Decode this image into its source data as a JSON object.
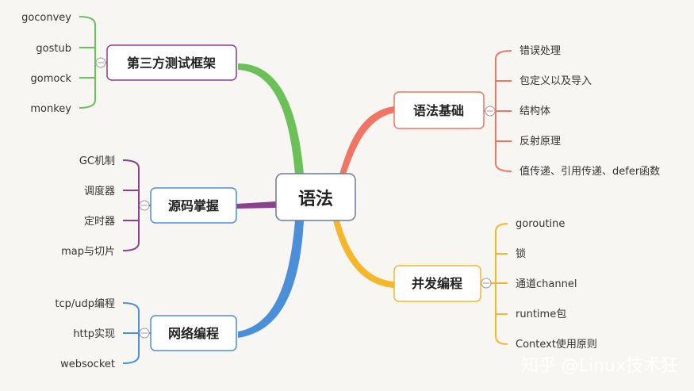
{
  "root": {
    "label": "语法"
  },
  "branches": {
    "basics": {
      "label": "语法基础",
      "color": "#f07565",
      "items": [
        "错误处理",
        "包定义以及导入",
        "结构体",
        "反射原理",
        "值传递、引用传递、defer函数"
      ]
    },
    "concurrency": {
      "label": "并发编程",
      "color": "#f5b72a",
      "items": [
        "goroutine",
        "锁",
        "通道channel",
        "runtime包",
        "Context使用原则"
      ]
    },
    "testing": {
      "label": "第三方测试框架",
      "color": "#6cc058",
      "items": [
        "goconvey",
        "gostub",
        "gomock",
        "monkey"
      ]
    },
    "source": {
      "label": "源码掌握",
      "color": "#8b3f8e",
      "items": [
        "GC机制",
        "调度器",
        "定时器",
        "map与切片"
      ]
    },
    "network": {
      "label": "网络编程",
      "color": "#4a8fd8",
      "items": [
        "tcp/udp编程",
        "http实现",
        "websocket"
      ]
    }
  },
  "watermark": "知乎 @Linux技术狂"
}
